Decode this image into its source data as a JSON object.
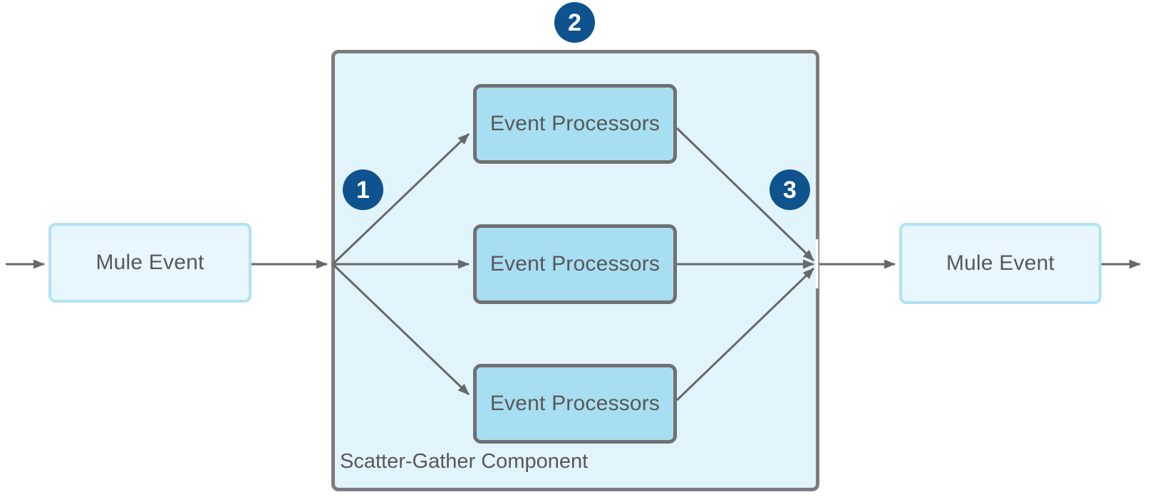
{
  "diagram": {
    "title": "Scatter-Gather Component",
    "nodes": {
      "mule_event_left": {
        "label": "Mule Event"
      },
      "mule_event_right": {
        "label": "Mule Event"
      },
      "processor_top": {
        "label": "Event Processors"
      },
      "processor_middle": {
        "label": "Event Processors"
      },
      "processor_bottom": {
        "label": "Event Processors"
      }
    },
    "container": {
      "label": "Scatter-Gather Component"
    },
    "badges": {
      "scatter": {
        "label": "1"
      },
      "component": {
        "label": "2"
      },
      "gather": {
        "label": "3"
      }
    },
    "colors": {
      "badge": "#0e538d",
      "badge_text": "#ffffff",
      "container_fill": "#e1f3fb",
      "container_border": "#7b7d7f",
      "processor_fill": "#a8def1",
      "processor_border": "#6e7072",
      "event_fill": "#e8f7fd",
      "event_border": "#b2e2f4",
      "text": "#57585a",
      "arrow": "#666869",
      "page_bg": "#ffffff"
    }
  }
}
